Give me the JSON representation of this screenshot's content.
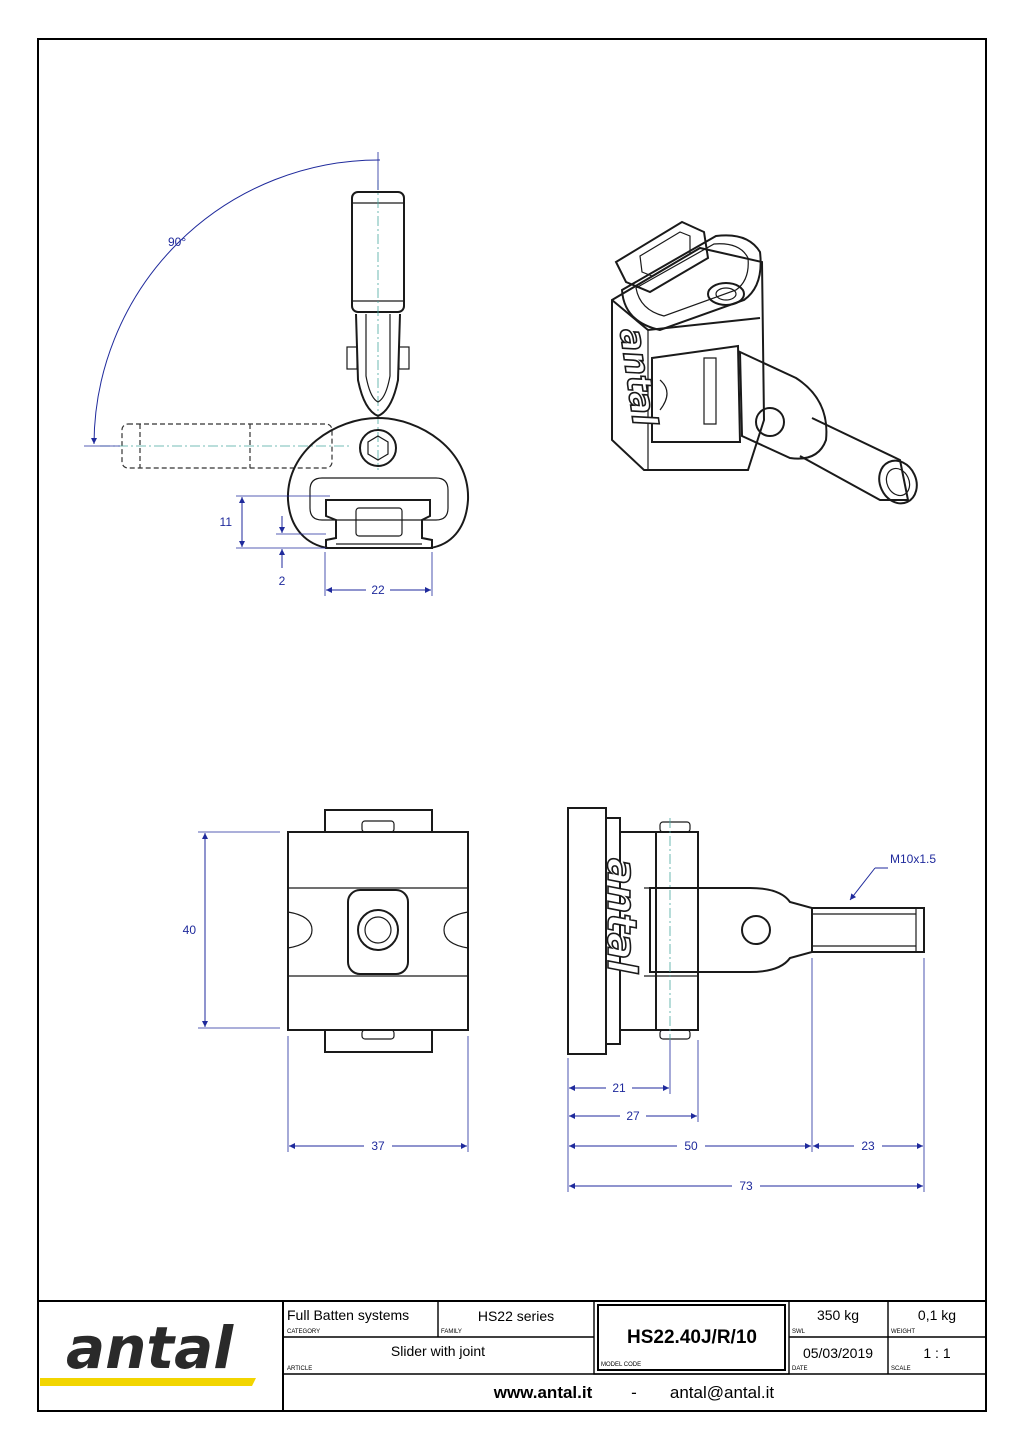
{
  "drawing": {
    "dimensions": {
      "angle": "90°",
      "height_11": "11",
      "offset_2": "2",
      "width_22": "22",
      "height_40": "40",
      "width_37": "37",
      "d_21": "21",
      "d_27": "27",
      "d_50": "50",
      "d_23": "23",
      "d_73": "73"
    },
    "thread_callout": "M10x1.5",
    "engraving": "antal"
  },
  "title_block": {
    "logo_text": "antal",
    "logo_accent_color": "#f2d500",
    "category_value": "Full Batten systems",
    "category_label": "CATEGORY",
    "family_value": "HS22 series",
    "family_label": "FAMILY",
    "article_value": "Slider with joint",
    "article_label": "ARTICLE",
    "model_code_value": "HS22.40J/R/10",
    "model_code_label": "MODEL CODE",
    "swl_value": "350 kg",
    "swl_label": "SWL",
    "weight_value": "0,1  kg",
    "weight_label": "WEIGHT",
    "date_value": "05/03/2019",
    "date_label": "DATE",
    "scale_value": "1 : 1",
    "scale_label": "SCALE",
    "website": "www.antal.it",
    "separator": "-",
    "email": "antal@antal.it"
  }
}
